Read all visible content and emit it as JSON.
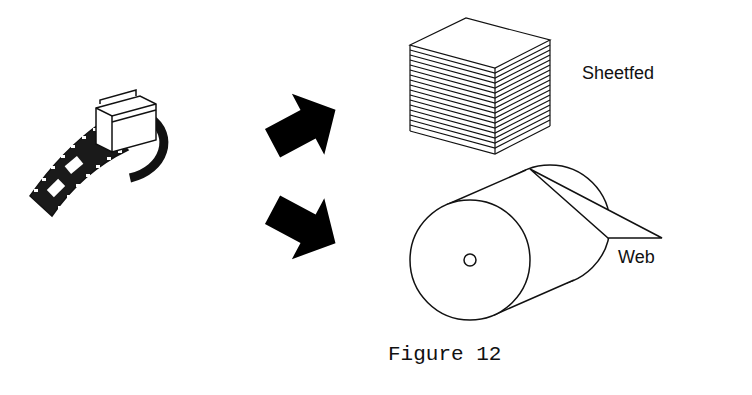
{
  "diagram": {
    "caption": "Figure 12",
    "labels": [
      "Sheetfed",
      "Web"
    ]
  }
}
